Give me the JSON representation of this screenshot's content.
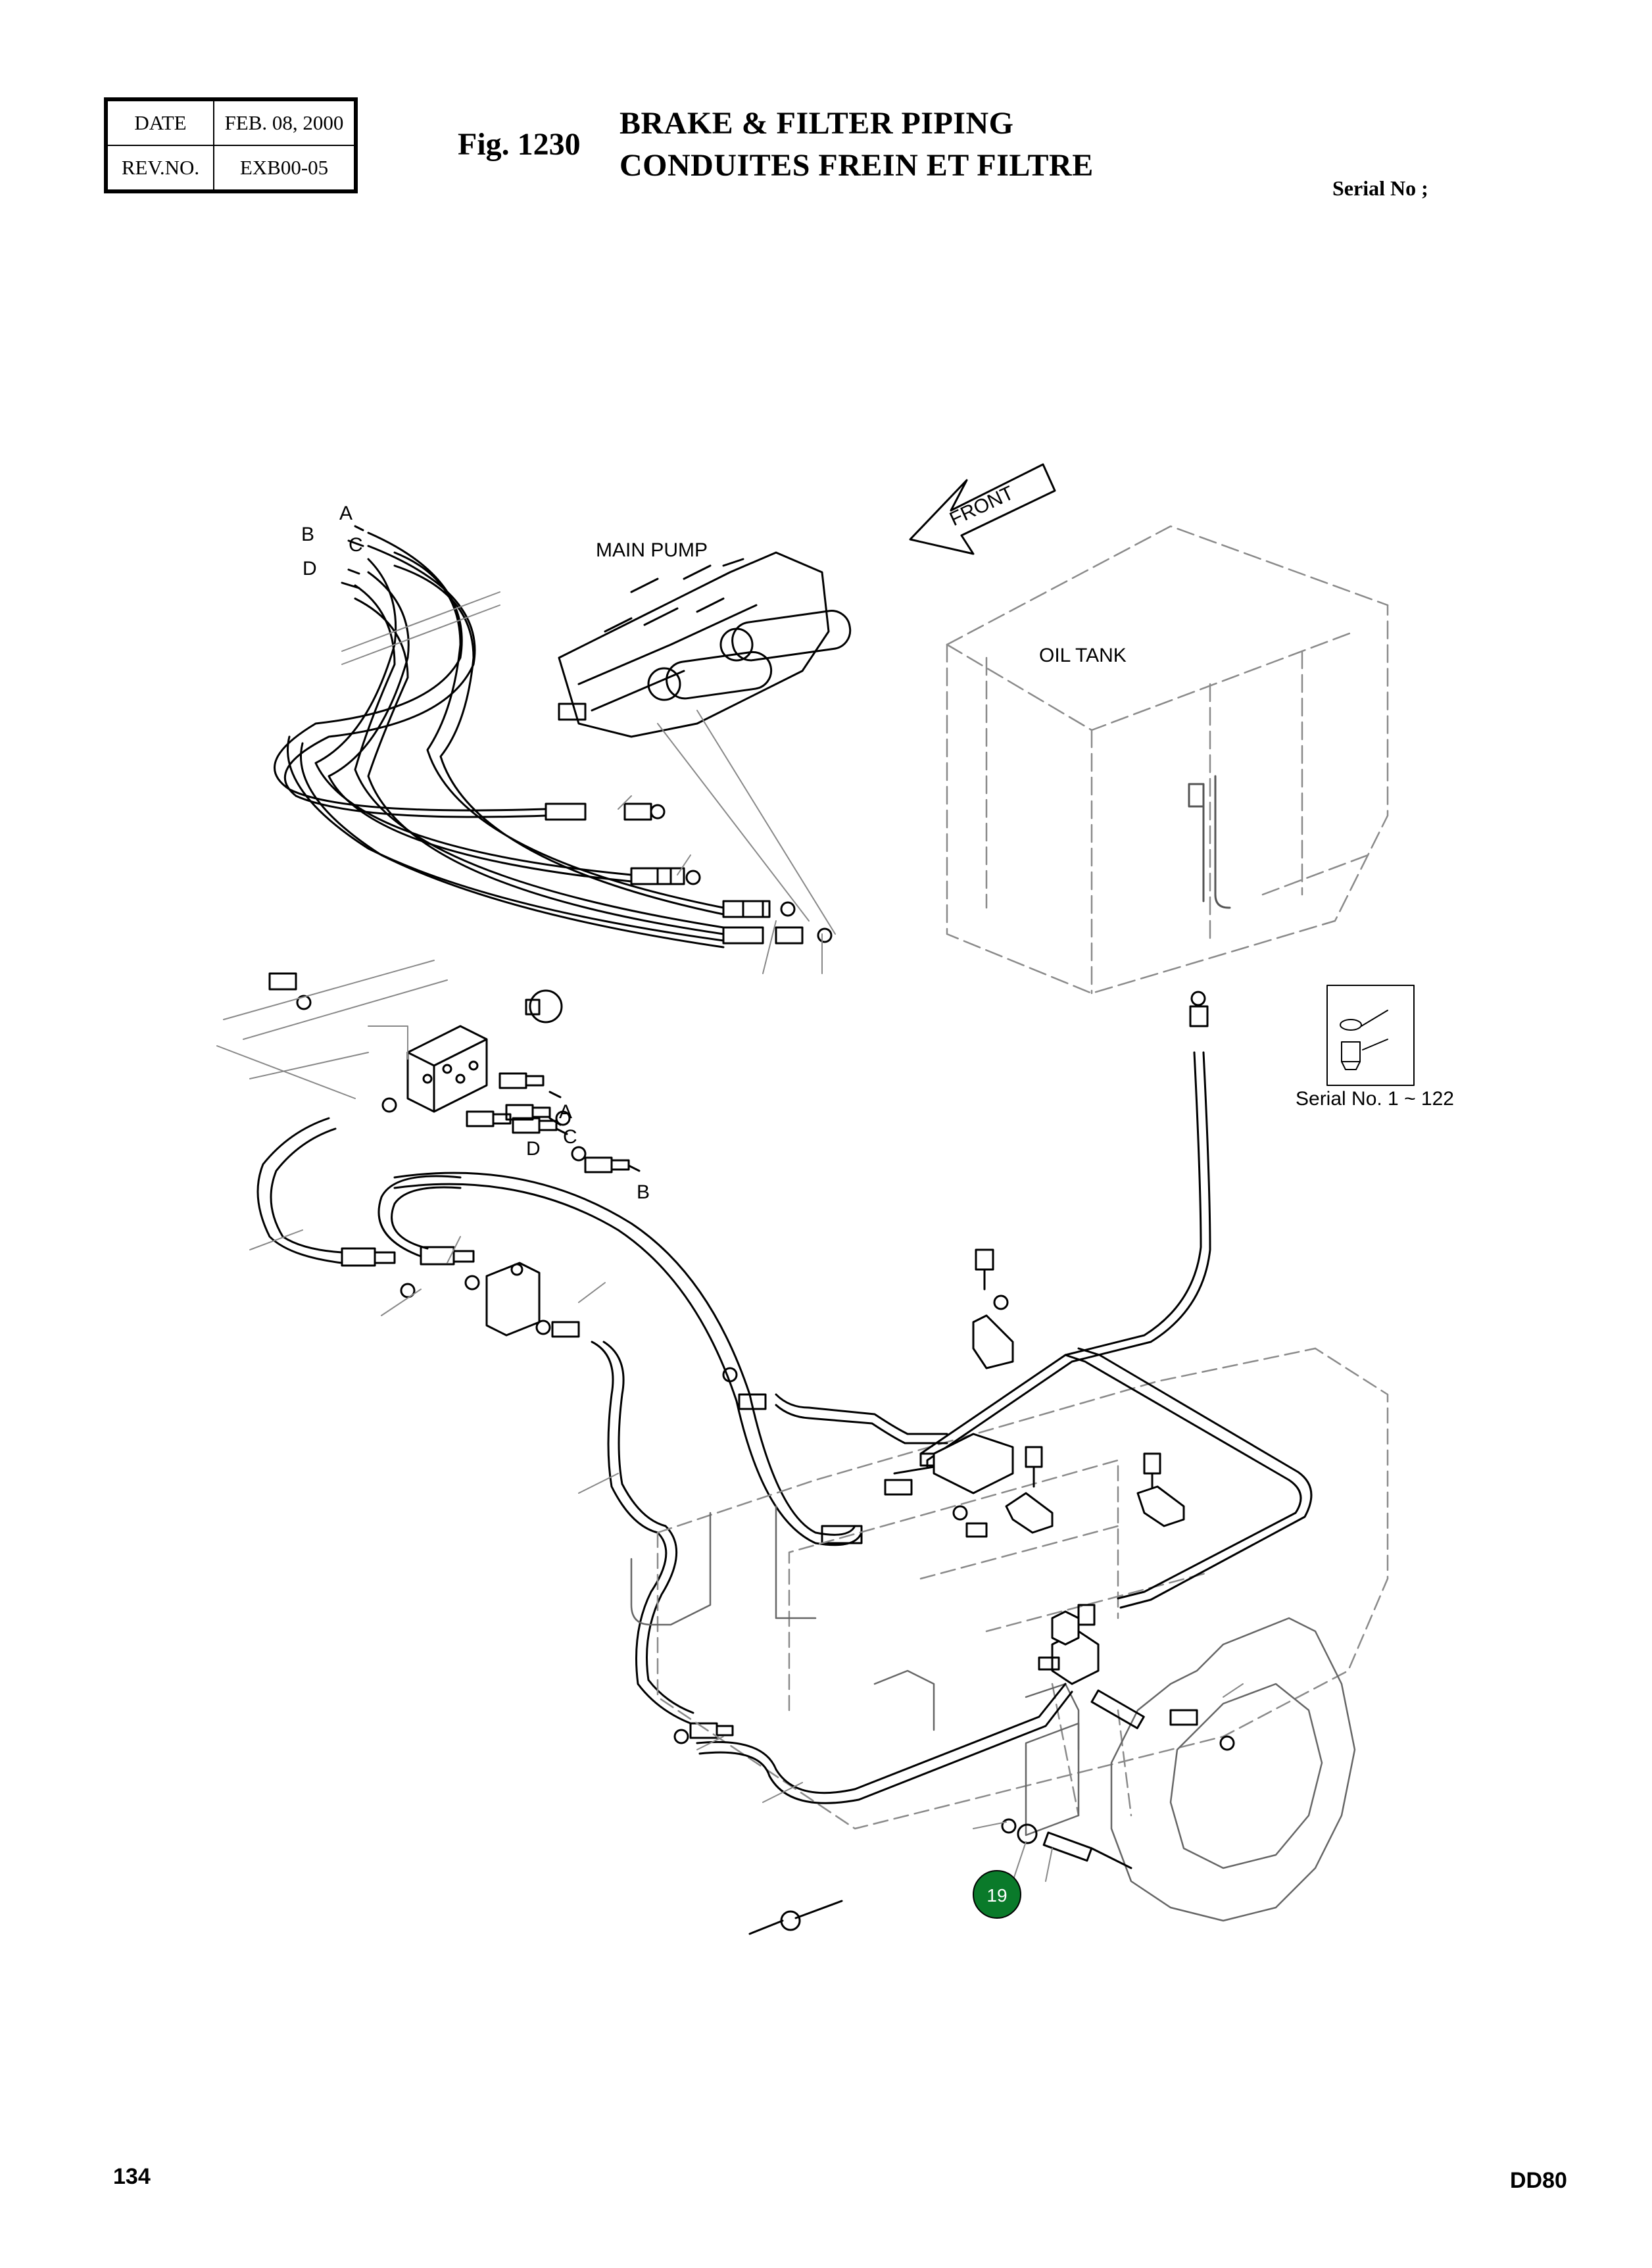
{
  "header": {
    "date_key": "DATE",
    "date_value": "FEB. 08, 2000",
    "rev_key": "REV.NO.",
    "rev_value": "EXB00-05",
    "figure": "Fig. 1230",
    "title_en": "BRAKE & FILTER PIPING",
    "title_fr": "CONDUITES FREIN ET FILTRE",
    "serial": "Serial No ;"
  },
  "diagram": {
    "front_label": "FRONT",
    "main_pump_label": "MAIN PUMP",
    "oil_tank_label": "OIL TANK",
    "serial_range_label": "Serial No. 1 ~ 122",
    "port_labels": [
      "A",
      "B",
      "C",
      "D"
    ],
    "callout_badge": "19",
    "callout_color": "#0a7a2a",
    "line_color": "#000000",
    "ghost_color": "#9a9a9a"
  },
  "footer": {
    "page_number": "134",
    "model": "DD80"
  }
}
